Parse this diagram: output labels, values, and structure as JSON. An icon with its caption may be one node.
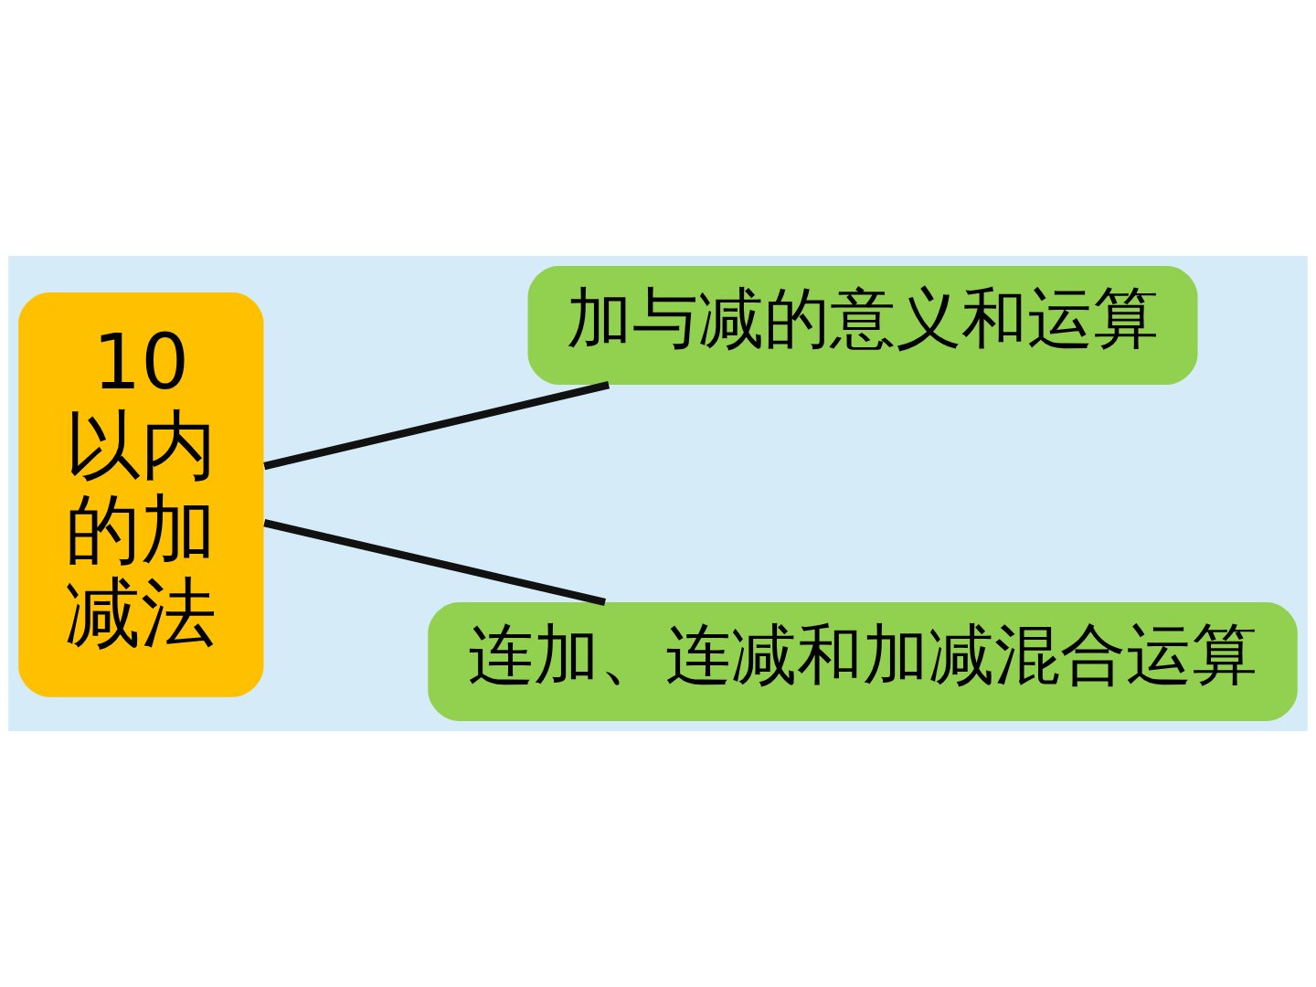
{
  "diagram": {
    "nodes": [
      {
        "text": [
          "10以内的加减法"
        ]
      },
      {
        "text": [
          "加与减的意义和运算"
        ]
      },
      {
        "text": [
          "连加、连减和加减混合运算"
        ]
      }
    ],
    "edges": [
      {
        "from": 0,
        "to": 1,
        "arrow": "none"
      },
      {
        "from": 0,
        "to": 2,
        "arrow": "none"
      }
    ]
  }
}
